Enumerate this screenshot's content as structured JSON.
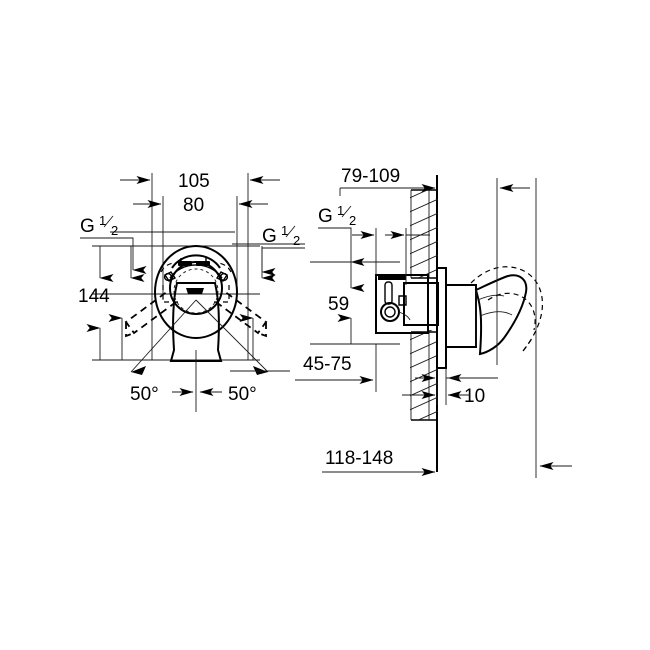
{
  "drawing": {
    "title": "Concealed shower mixer technical dimension drawing",
    "units": "mm",
    "line_color": "#000000",
    "background_color": "#ffffff",
    "views": [
      {
        "name": "front-view",
        "label": ""
      },
      {
        "name": "side-section-view",
        "label": ""
      }
    ]
  },
  "dimensions": {
    "front": {
      "width_outer": "105",
      "width_inner": "80",
      "height": "144",
      "angle_left": "50°",
      "angle_right": "50°",
      "thread_top_left": "G",
      "thread_top_left_num": "1",
      "thread_top_left_den": "2",
      "thread_top_right": "G",
      "thread_top_right_num": "1",
      "thread_top_right_den": "2"
    },
    "side": {
      "depth_range": "79-109",
      "center_height": "59",
      "projection_range": "45-75",
      "plate_thickness": "10",
      "overall_range": "118-148",
      "thread_label": "G",
      "thread_num": "1",
      "thread_den": "2"
    }
  },
  "labels": [
    {
      "id": "dim-105",
      "text": "105"
    },
    {
      "id": "dim-80",
      "text": "80"
    },
    {
      "id": "dim-144",
      "text": "144"
    },
    {
      "id": "dim-50-left",
      "text": "50°"
    },
    {
      "id": "dim-50-right",
      "text": "50°"
    },
    {
      "id": "dim-79-109",
      "text": "79-109"
    },
    {
      "id": "dim-59",
      "text": "59"
    },
    {
      "id": "dim-45-75",
      "text": "45-75"
    },
    {
      "id": "dim-10",
      "text": "10"
    },
    {
      "id": "dim-118-148",
      "text": "118-148"
    },
    {
      "id": "thread-g-half-1",
      "text": "G"
    },
    {
      "id": "thread-g-half-2",
      "text": "G"
    },
    {
      "id": "thread-g-half-3",
      "text": "G"
    }
  ]
}
